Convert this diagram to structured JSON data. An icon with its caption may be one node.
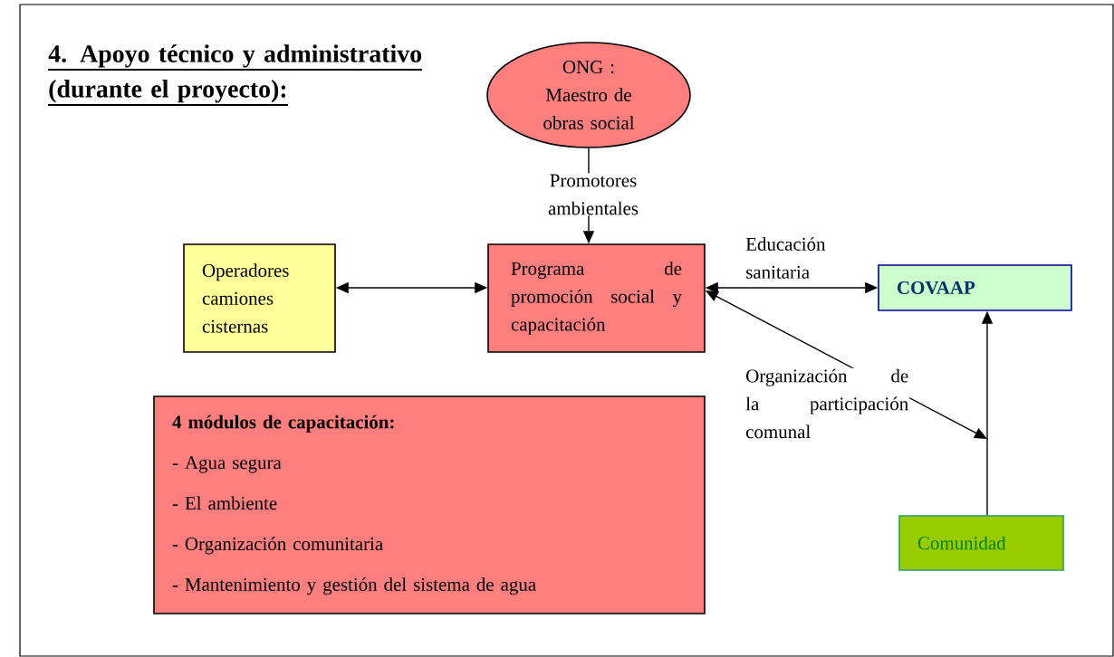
{
  "diagram": {
    "title": "4. Apoyo técnico y administrativo (durante el proyecto):",
    "nodes": [
      {
        "text": [
          "ONG : Maestro de obras social"
        ]
      },
      {
        "text": [
          "Operadores camiones cisternas"
        ]
      },
      {
        "text": [
          "Programa de promoción social y capacitación"
        ]
      },
      {
        "text": [
          "COVAAP"
        ]
      },
      {
        "text": [
          "4 módulos de capacitación:",
          "- Agua segura",
          "- El ambiente",
          "- Organización comunitaria",
          "- Mantenimiento y gestión del sistema de agua"
        ]
      },
      {
        "text": [
          "Comunidad"
        ]
      }
    ],
    "edges": [
      {
        "from": 0,
        "to": 2,
        "arrow": "to",
        "label": "Promotores ambientales"
      },
      {
        "from": 1,
        "to": 2,
        "arrow": "both"
      },
      {
        "from": 2,
        "to": 3,
        "arrow": "both",
        "label": "Educación sanitaria"
      },
      {
        "from": 2,
        "to": null,
        "arrow": "both",
        "label": "Organización de la participación comunal"
      },
      {
        "from": 5,
        "to": 3,
        "arrow": "to"
      }
    ]
  }
}
